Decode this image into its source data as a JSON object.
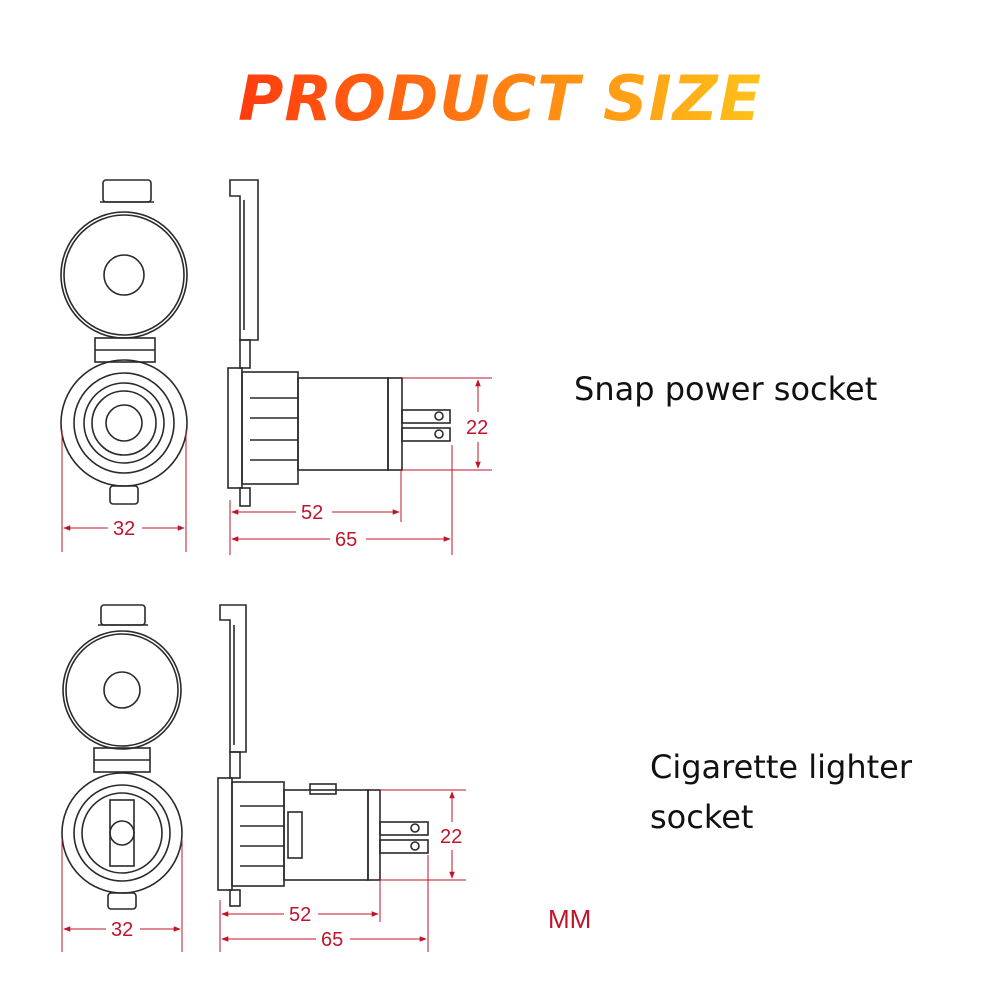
{
  "title": "PRODUCT SIZE",
  "colors": {
    "drawing": "#2a2a2a",
    "dimension": "#c0142a",
    "title_start": "#ff3b10",
    "title_end": "#ffc21a"
  },
  "products": [
    {
      "name": "Snap power socket",
      "dimensions": {
        "diameter": "32",
        "body_length": "52",
        "total_length": "65",
        "height": "22"
      }
    },
    {
      "name_line1": "Cigarette lighter",
      "name_line2": "socket",
      "dimensions": {
        "diameter": "32",
        "body_length": "52",
        "total_length": "65",
        "height": "22"
      }
    }
  ],
  "unit": "MM"
}
